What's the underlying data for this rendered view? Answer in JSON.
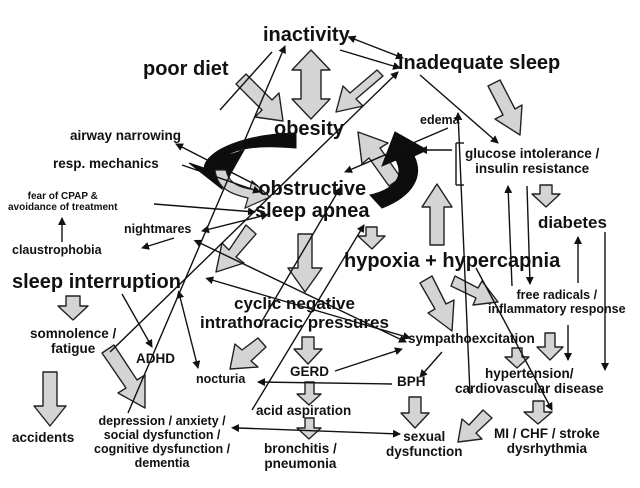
{
  "diagram": {
    "nodes": {
      "inactivity": "inactivity",
      "poor_diet": "poor diet",
      "inadequate_sleep": "inadequate sleep",
      "obesity": "obesity",
      "airway_narrowing": "airway narrowing",
      "resp_mechanics": "resp. mechanics",
      "edema": "edema",
      "glucose_intolerance": "glucose intolerance /\ninsulin resistance",
      "fear_of_cpap": "fear of CPAP &\navoidance of treatment",
      "obstructive_sleep_apnea": "obstructive\nsleep apnea",
      "diabetes": "diabetes",
      "nightmares": "nightmares",
      "claustrophobia": "claustrophobia",
      "hypoxia_hypercapnia": "hypoxia + hypercapnia",
      "sleep_interruption": "sleep interruption",
      "free_radicals": "free radicals /\ninflammatory response",
      "cyclic_negative": "cyclic negative\nintrathoracic pressures",
      "somnolence_fatigue": "somnolence /\nfatigue",
      "sympathoexcitation": "sympathoexcitation",
      "adhd": "ADHD",
      "gerd": "GERD",
      "nocturia": "nocturia",
      "bph": "BPH",
      "hypertension_cvd": "hypertension/\ncardiovascular disease",
      "acid_aspiration": "acid aspiration",
      "accidents": "accidents",
      "depression_anxiety": "depression / anxiety /\nsocial dysfunction /\ncognitive dysfunction /\ndementia",
      "bronchitis_pneumonia": "bronchitis /\npneumonia",
      "sexual_dysfunction": "sexual\ndysfunction",
      "mi_chf_stroke": "MI / CHF / stroke\ndysrhythmia"
    }
  }
}
